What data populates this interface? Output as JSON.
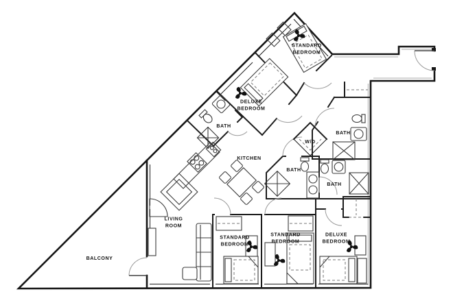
{
  "title": "Apartment unit floor plan",
  "colors": {
    "background": "#ffffff",
    "wall": "#161616",
    "fixture_line": "#3a3a3a",
    "door_arc": "#9a9a9a",
    "wall_shade": "#c5c5c5",
    "label_text": "#111111"
  },
  "labels": {
    "balcony": "BALCONY",
    "living_room": "LIVING\nROOM",
    "kitchen": "KITCHEN",
    "wd": "W/D",
    "bath_upper_left": "BATH",
    "bath_top_right": "BATH",
    "bath_center": "BATH",
    "bath_right": "BATH",
    "bedroom_top_standard": "STANDARD\nBEDROOM",
    "bedroom_upper_deluxe": "DELUXE\nBEDROOM",
    "bedroom_bottom_standard_1": "STANDARD\nBEDROOM",
    "bedroom_bottom_standard_2": "STANDARD\nBEDROOM",
    "bedroom_bottom_deluxe": "DELUXE\nBEDROOM"
  },
  "fixtures": [
    "ceiling-fan-icon",
    "bed",
    "pillow",
    "closet-rod-dashed",
    "desk",
    "dresser",
    "toilet",
    "sink-basin",
    "double-vanity",
    "shower-stall-x",
    "washer-dryer-diamond",
    "kitchen-counter",
    "stove-burners",
    "kitchen-sink",
    "dining-table",
    "dining-chair",
    "sofa",
    "tv-console",
    "corner-armchair",
    "entry-door-arc",
    "balcony-door-arc",
    "window-double-line"
  ]
}
